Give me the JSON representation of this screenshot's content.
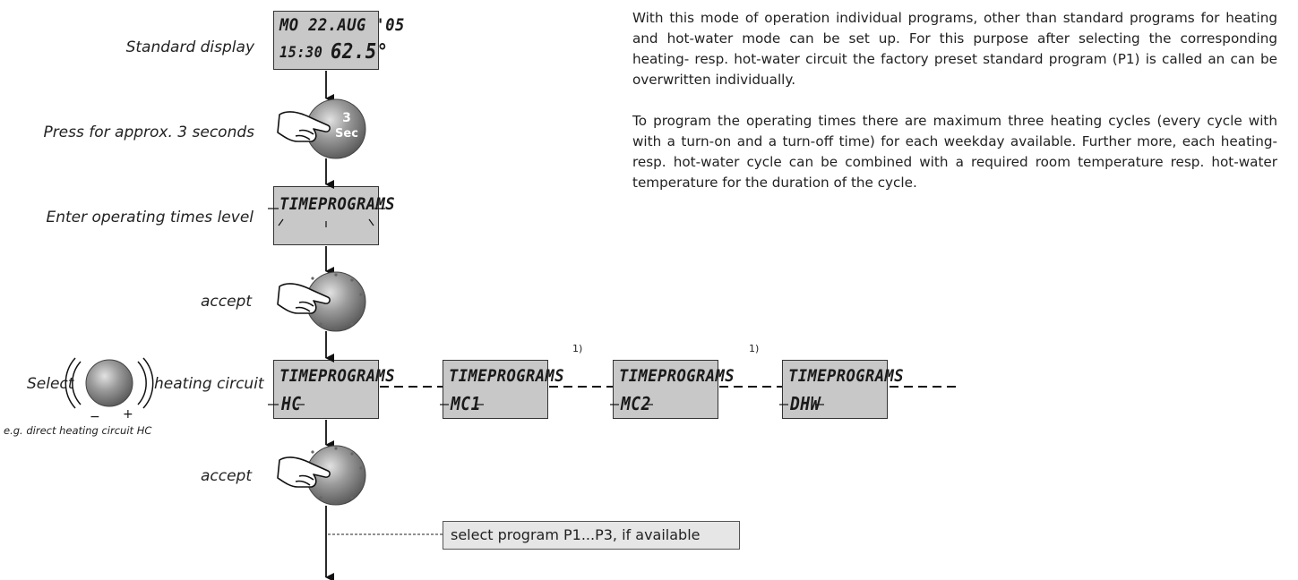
{
  "labels": {
    "standard_display": "Standard display",
    "press_3s": "Press for approx. 3 seconds",
    "enter_level": "Enter operating times level",
    "accept_1": "accept",
    "select": "Select",
    "heating_circuit": "heating circuit",
    "example": "e.g. direct heating circuit HC",
    "accept_2": "accept",
    "knob_minus": "−",
    "knob_plus": "+"
  },
  "button_3sec": {
    "num": "3",
    "text": "Sec"
  },
  "display_standard": {
    "line1": "MO 22.AUG '05",
    "line2_left": "15:30",
    "line2_right": "62.5°"
  },
  "display_level": {
    "line1": "TIMEPROGRAMS"
  },
  "circuit_displays": [
    {
      "title": "TIMEPROGRAMS",
      "code": "HC",
      "footnote": ""
    },
    {
      "title": "TIMEPROGRAMS",
      "code": "MC1",
      "footnote": "1)"
    },
    {
      "title": "TIMEPROGRAMS",
      "code": "MC2",
      "footnote": "1)"
    },
    {
      "title": "TIMEPROGRAMS",
      "code": "DHW",
      "footnote": ""
    }
  ],
  "paragraphs": [
    "With this mode of operation individual programs, other than standard programs for heating and hot-water mode can be set up. For this purpose after selecting the corresponding heating- resp. hot-water circuit the factory preset standard program (P1) is called an can be overwritten individually.",
    "To program the operating times there are maximum three heating cycles (every cycle with with a turn-on and a turn-off time) for each weekday available. Further more, each heating- resp. hot-water cycle can be combined with a required room temperature resp. hot-water temperature for the duration of the cycle."
  ],
  "callout": "select program P1...P3, if available"
}
